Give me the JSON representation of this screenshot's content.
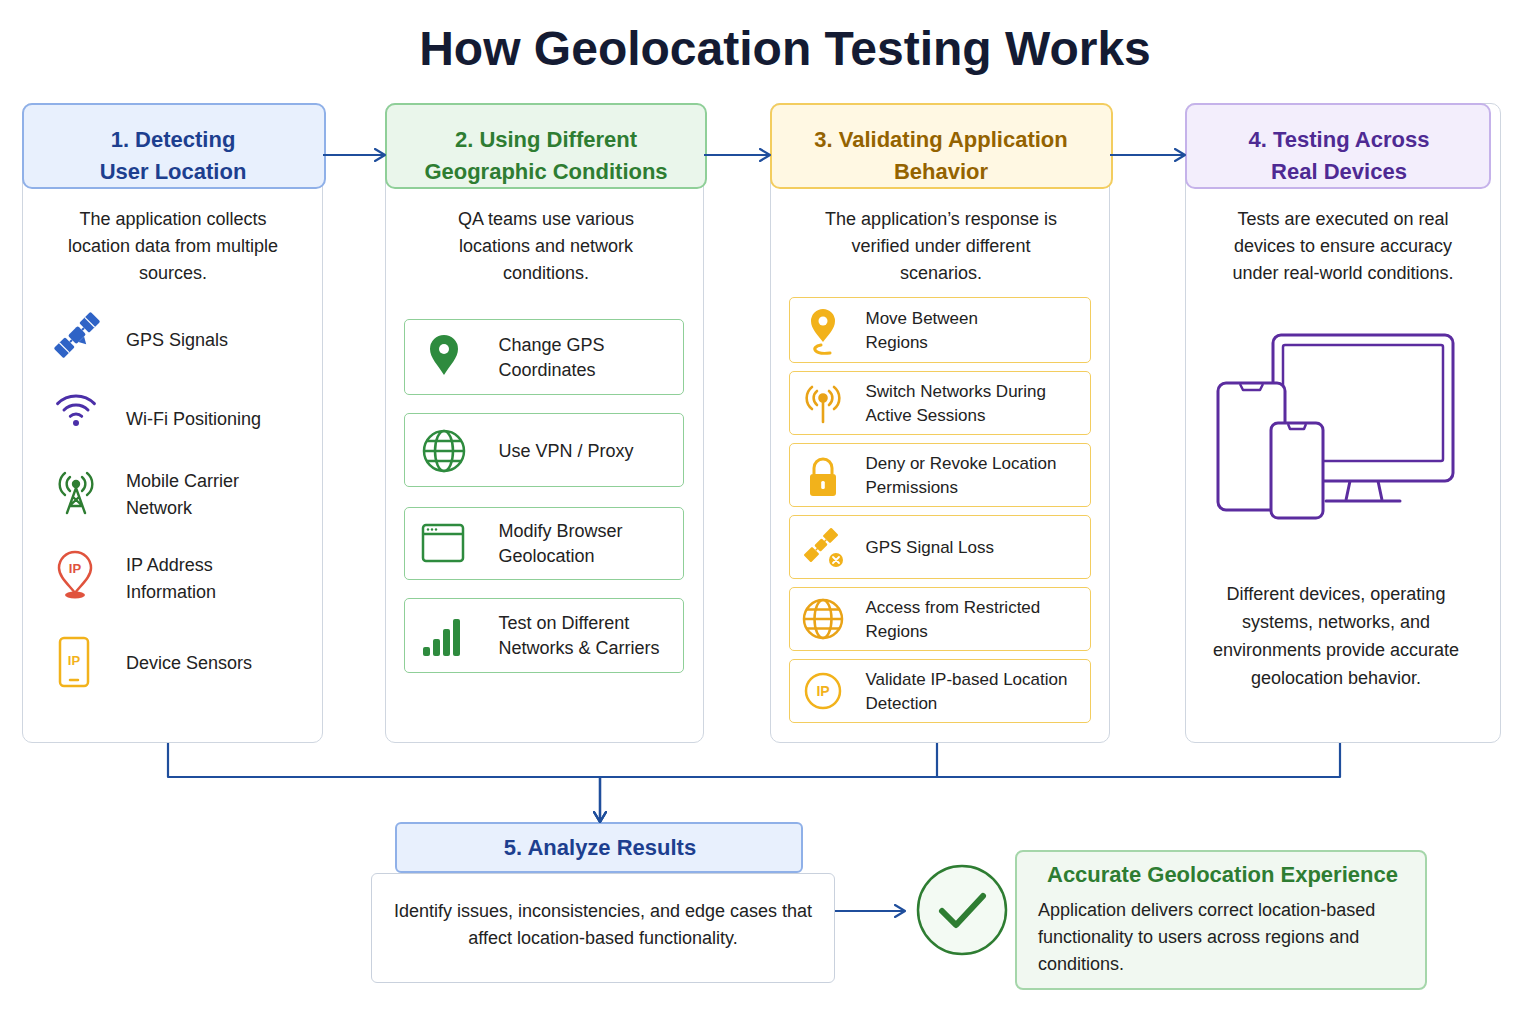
{
  "diagram": {
    "title": "How Geolocation Testing Works",
    "nodes": [
      {
        "text": [
          "1. Detecting User Location",
          "The application collects location data from multiple sources.",
          "GPS Signals",
          "Wi-Fi Positioning",
          "Mobile Carrier Network",
          "IP Address Information",
          "Device Sensors"
        ]
      },
      {
        "text": [
          "2. Using Different Geographic Conditions",
          "QA teams use various locations and network conditions."
        ]
      },
      {
        "text": [
          "Change GPS Coordinates"
        ],
        "in": 1
      },
      {
        "text": [
          "Use VPN / Proxy"
        ],
        "in": 1
      },
      {
        "text": [
          "Modify Browser Geolocation"
        ],
        "in": 1
      },
      {
        "text": [
          "Test on Different Networks & Carriers"
        ],
        "in": 1
      },
      {
        "text": [
          "3. Validating Application Behavior",
          "The application’s response is verified under different scenarios."
        ]
      },
      {
        "text": [
          "Move Between Regions"
        ],
        "in": 6
      },
      {
        "text": [
          "Switch Networks During Active Sessions"
        ],
        "in": 6
      },
      {
        "text": [
          "Deny or Revoke Location Permissions"
        ],
        "in": 6
      },
      {
        "text": [
          "GPS Signal Loss"
        ],
        "in": 6
      },
      {
        "text": [
          "Access from Restricted Regions"
        ],
        "in": 6
      },
      {
        "text": [
          "Validate IP-based Location Detection"
        ],
        "in": 6
      },
      {
        "text": [
          "4. Testing Across Real Devices",
          "Tests are executed on real devices to ensure accuracy under real-world conditions.",
          "Different devices, operating systems, networks, and environments provide accurate geolocation behavior."
        ]
      },
      {
        "text": [
          "5. Analyze Results",
          "Identify issues, inconsistencies, and edge cases that affect location-based functionality."
        ]
      },
      {
        "text": [
          "Accurate Geolocation Experience",
          "Application delivers correct location-based functionality to users across regions and conditions."
        ]
      }
    ],
    "edges": [
      {
        "from": 0,
        "to": 1,
        "arrow": "to"
      },
      {
        "from": 1,
        "to": 6,
        "arrow": "to"
      },
      {
        "from": 6,
        "to": 13,
        "arrow": "to"
      },
      {
        "from": 0,
        "to": 14,
        "arrow": "to"
      },
      {
        "from": 6,
        "to": 14,
        "arrow": "to"
      },
      {
        "from": 13,
        "to": 14,
        "arrow": "to"
      },
      {
        "from": 14,
        "to": 15,
        "arrow": "to"
      }
    ],
    "labels": [
      "IP",
      "IP",
      "IP"
    ]
  }
}
